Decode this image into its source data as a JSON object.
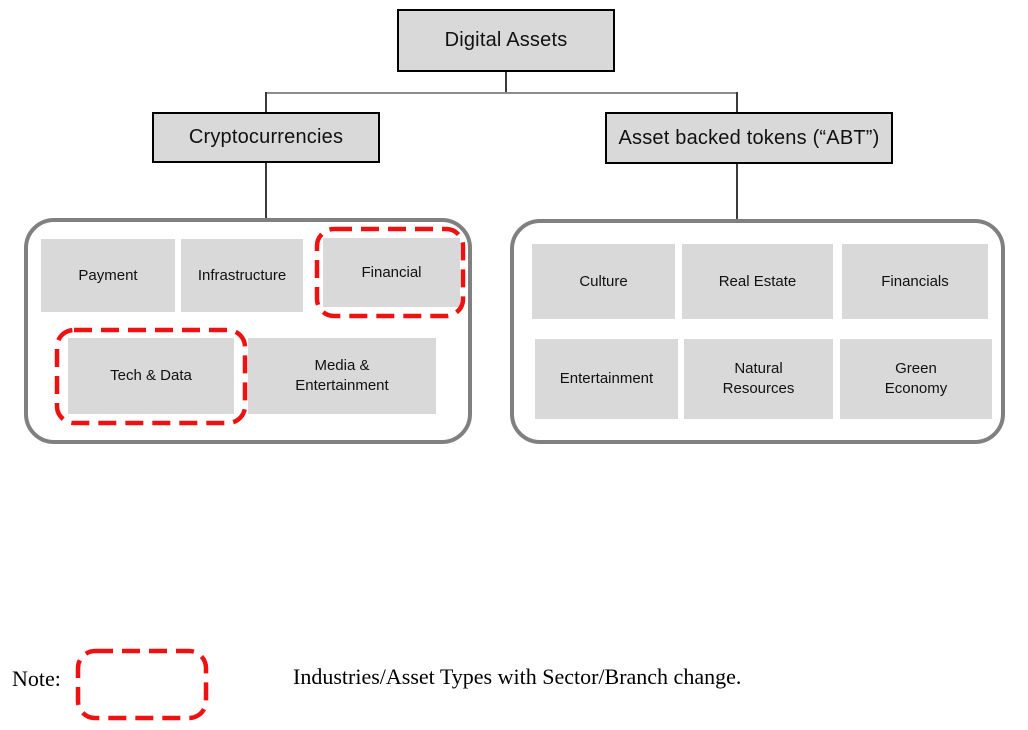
{
  "figure": {
    "type": "hierarchy-diagram",
    "title": "Digital Assets classification tree"
  },
  "tree": {
    "root": {
      "label": "Digital Assets"
    },
    "branches": [
      {
        "label": "Cryptocurrencies",
        "items": [
          {
            "label": "Payment",
            "highlighted": false
          },
          {
            "label": "Infrastructure",
            "highlighted": false
          },
          {
            "label": "Financial",
            "highlighted": true
          },
          {
            "label": "Tech & Data",
            "highlighted": true
          },
          {
            "label": "Media &\nEntertainment",
            "highlighted": false
          }
        ]
      },
      {
        "label": "Asset backed tokens (“ABT”)",
        "items": [
          {
            "label": "Culture",
            "highlighted": false
          },
          {
            "label": "Real Estate",
            "highlighted": false
          },
          {
            "label": "Financials",
            "highlighted": false
          },
          {
            "label": "Entertainment",
            "highlighted": false
          },
          {
            "label": "Natural\nResources",
            "highlighted": false
          },
          {
            "label": "Green\nEconomy",
            "highlighted": false
          }
        ]
      }
    ]
  },
  "note": {
    "label": "Note:",
    "text": "Industries/Asset Types with Sector/Branch change."
  },
  "legend_symbol": "red-dashed-rounded-rectangle",
  "colors": {
    "box_fill": "#d9d9d9",
    "box_border": "#000000",
    "container_border": "#808080",
    "highlight_red": "#ee1111",
    "connector_dark": "#3a3a3a",
    "connector_light": "#8c8c8c"
  }
}
